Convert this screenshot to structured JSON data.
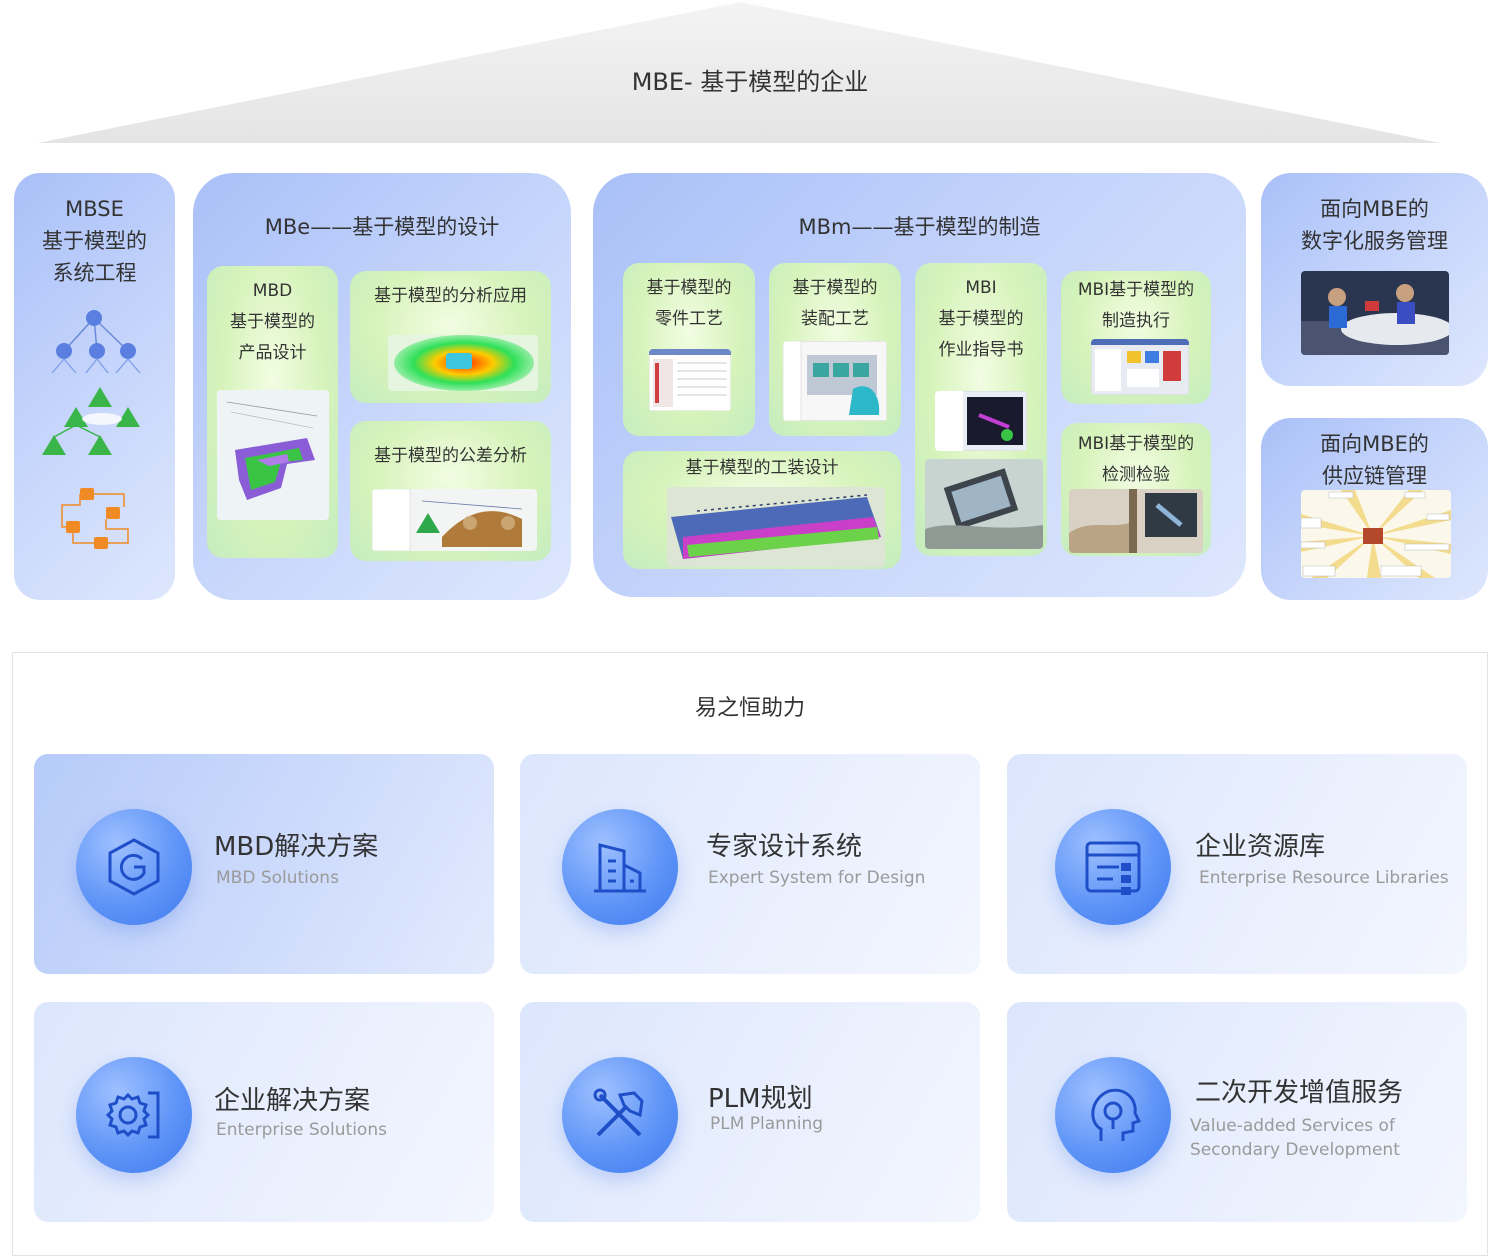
{
  "roof": {
    "title": "MBE- 基于模型的企业"
  },
  "mbse": {
    "title_lines": [
      "MBSE",
      "基于模型的",
      "系统工程"
    ]
  },
  "mbe_design": {
    "title": "MBe——基于模型的设计",
    "cards": {
      "mbd": {
        "lines": [
          "MBD",
          "基于模型的",
          "产品设计"
        ]
      },
      "analysis": {
        "title": "基于模型的分析应用"
      },
      "tolerance": {
        "title": "基于模型的公差分析"
      }
    }
  },
  "mbm": {
    "title": "MBm——基于模型的制造",
    "cards": {
      "parts": {
        "lines": [
          "基于模型的",
          "零件工艺"
        ]
      },
      "assembly": {
        "lines": [
          "基于模型的",
          "装配工艺"
        ]
      },
      "mbi_guide": {
        "lines": [
          "MBI",
          "基于模型的",
          "作业指导书"
        ]
      },
      "mbi_exec": {
        "lines": [
          "MBI基于模型的",
          "制造执行"
        ]
      },
      "tooling": {
        "title": "基于模型的工装设计"
      },
      "mbi_inspect": {
        "lines": [
          "MBI基于模型的",
          "检测检验"
        ]
      }
    }
  },
  "service_mgmt": {
    "lines": [
      "面向MBE的",
      "数字化服务管理"
    ]
  },
  "supply_chain": {
    "lines": [
      "面向MBE的",
      "供应链管理"
    ]
  },
  "help": {
    "title": "易之恒助力",
    "services": [
      {
        "name": "MBD解决方案",
        "en": "MBD Solutions",
        "icon": "mbd-logo-icon"
      },
      {
        "name": "专家设计系统",
        "en": "Expert System for Design",
        "icon": "building-icon"
      },
      {
        "name": "企业资源库",
        "en": "Enterprise Resource Libraries",
        "icon": "resource-library-icon"
      },
      {
        "name": "企业解决方案",
        "en": "Enterprise Solutions",
        "icon": "gear-document-icon"
      },
      {
        "name": "PLM规划",
        "en": "PLM Planning",
        "icon": "tools-icon"
      },
      {
        "name": "二次开发增值服务",
        "en": "Value-added Services of Secondary Development",
        "icon": "head-search-icon"
      }
    ]
  },
  "colors": {
    "column_blue": "#b9ccfa",
    "card_green": "#d6f3ba",
    "icon_blue": "#5f95f7",
    "roof_gray": "#e9e9e9"
  }
}
